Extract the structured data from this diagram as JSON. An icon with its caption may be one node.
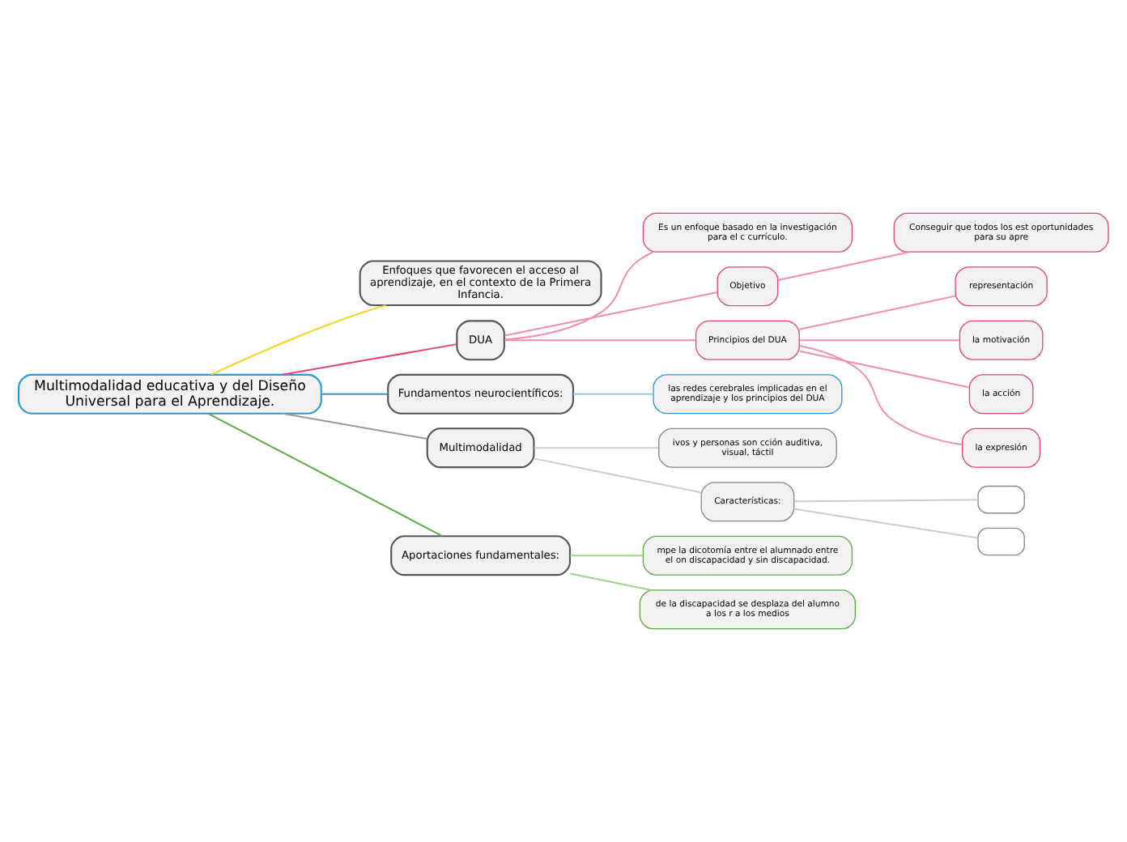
{
  "diagram": {
    "nodes": [
      {
        "text": [
          "Multimodalidad educativa y del Diseño Universal para el Aprendizaje."
        ]
      },
      {
        "text": [
          "Enfoques que favorecen el acceso al aprendizaje, en el contexto de la Primera Infancia."
        ]
      },
      {
        "text": [
          "DUA"
        ]
      },
      {
        "text": [
          "Es un enfoque basado en la investigación para el c currículo."
        ]
      },
      {
        "text": [
          "Objetivo"
        ]
      },
      {
        "text": [
          "Conseguir que todos los est oportunidades para su apre"
        ]
      },
      {
        "text": [
          "Principios del DUA"
        ]
      },
      {
        "text": [
          "representación"
        ]
      },
      {
        "text": [
          "la motivación"
        ]
      },
      {
        "text": [
          "la acción"
        ]
      },
      {
        "text": [
          "la expresión"
        ]
      },
      {
        "text": [
          "Fundamentos neurocientíficos:"
        ]
      },
      {
        "text": [
          "las redes cerebrales implicadas en el aprendizaje y los principios del DUA"
        ]
      },
      {
        "text": [
          "Multimodalidad"
        ]
      },
      {
        "text": [
          "ivos y personas son cción auditiva, visual, táctil"
        ]
      },
      {
        "text": [
          "Características:"
        ]
      },
      {
        "text": [],
        "shape": "box"
      },
      {
        "text": [],
        "shape": "box"
      },
      {
        "text": [
          "Aportaciones fundamentales:"
        ]
      },
      {
        "text": [
          "mpe la dicotomía entre el alumnado entre el on discapacidad y sin discapacidad."
        ]
      },
      {
        "text": [
          "de la discapacidad se desplaza del alumno a los r a los medios"
        ]
      }
    ],
    "edges": [
      {
        "from": 0,
        "to": 1,
        "arrow": "none",
        "color": "#f5d327"
      },
      {
        "from": 0,
        "to": 2,
        "arrow": "none",
        "color": "#e0457b"
      },
      {
        "from": 2,
        "to": 3,
        "arrow": "none",
        "color": "#f08db0"
      },
      {
        "from": 2,
        "to": 4,
        "arrow": "none",
        "color": "#f08db0"
      },
      {
        "from": 4,
        "to": 5,
        "arrow": "none",
        "color": "#f08db0"
      },
      {
        "from": 2,
        "to": 6,
        "arrow": "none",
        "color": "#f08db0"
      },
      {
        "from": 6,
        "to": 7,
        "arrow": "none",
        "color": "#f08db0"
      },
      {
        "from": 6,
        "to": 8,
        "arrow": "none",
        "color": "#f08db0"
      },
      {
        "from": 6,
        "to": 9,
        "arrow": "none",
        "color": "#f08db0"
      },
      {
        "from": 6,
        "to": 10,
        "arrow": "none",
        "color": "#f08db0"
      },
      {
        "from": 0,
        "to": 11,
        "arrow": "none",
        "color": "#2a9ad8"
      },
      {
        "from": 11,
        "to": 12,
        "arrow": "none",
        "color": "#8ccbee"
      },
      {
        "from": 0,
        "to": 13,
        "arrow": "none",
        "color": "#999999"
      },
      {
        "from": 13,
        "to": 14,
        "arrow": "none",
        "color": "#cccccc"
      },
      {
        "from": 13,
        "to": 15,
        "arrow": "none",
        "color": "#cccccc"
      },
      {
        "from": 15,
        "to": 16,
        "arrow": "none",
        "color": "#cccccc"
      },
      {
        "from": 15,
        "to": 17,
        "arrow": "none",
        "color": "#cccccc"
      },
      {
        "from": 0,
        "to": 18,
        "arrow": "none",
        "color": "#5aab45"
      },
      {
        "from": 18,
        "to": 19,
        "arrow": "none",
        "color": "#9fd28f"
      },
      {
        "from": 18,
        "to": 20,
        "arrow": "none",
        "color": "#9fd28f"
      }
    ]
  }
}
